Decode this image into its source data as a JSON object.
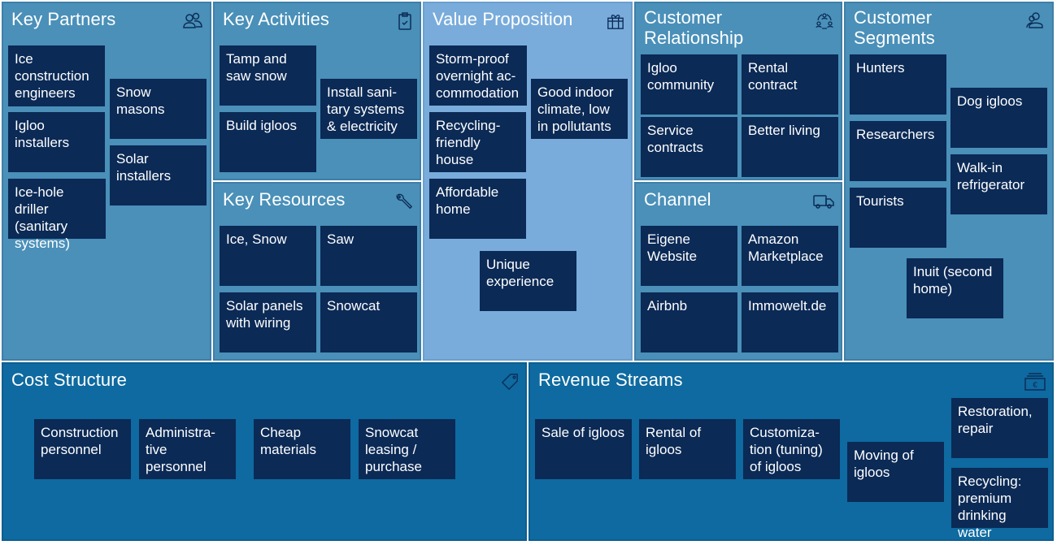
{
  "canvas": {
    "colors": {
      "panel": "#4a90b9",
      "value_proposition": "#79acdb",
      "bottom_panel": "#0e6aa0",
      "card": "#0b2a56",
      "text": "#ffffff",
      "icon": "#0b2d57"
    },
    "key_partners": {
      "title": "Key Partners",
      "icon": "people-icon",
      "items": [
        "Ice construction engineers",
        "Igloo installers",
        "Ice-hole driller (sanitary systems)",
        "Snow masons",
        "Solar installers"
      ]
    },
    "key_activities": {
      "title": "Key Activities",
      "icon": "clipboard-check-icon",
      "items": [
        "Tamp and saw snow",
        "Build igloos",
        "Install sani-tary systems & electricity"
      ]
    },
    "key_resources": {
      "title": "Key Resources",
      "icon": "wrench-icon",
      "items": [
        "Ice, Snow",
        "Saw",
        "Solar panels with wiring",
        "Snowcat"
      ]
    },
    "value_proposition": {
      "title": "Value Proposition",
      "icon": "gift-icon",
      "items": [
        "Storm-proof overnight ac-commodation",
        "Recycling-friendly house",
        "Affordable home",
        "Good indoor climate, low in pollutants",
        "Unique experience"
      ]
    },
    "customer_relationship": {
      "title": "Customer Relationship",
      "icon": "community-icon",
      "items": [
        "Igloo community",
        "Rental contract",
        "Service contracts",
        "Better living"
      ]
    },
    "channel": {
      "title": "Channel",
      "icon": "truck-icon",
      "items": [
        "Eigene Website",
        "Amazon Marketplace",
        "Airbnb",
        "Immowelt.de"
      ]
    },
    "customer_segments": {
      "title": "Customer Segments",
      "icon": "user-group-icon",
      "items": [
        "Hunters",
        "Researchers",
        "Tourists",
        "Dog igloos",
        "Walk-in refrigerator",
        "Inuit (second home)"
      ]
    },
    "cost_structure": {
      "title": "Cost Structure",
      "icon": "price-tag-icon",
      "items": [
        "Construction personnel",
        "Administra-tive personnel",
        "Cheap materials",
        "Snowcat leasing / purchase"
      ]
    },
    "revenue_streams": {
      "title": "Revenue Streams",
      "icon": "euro-cash-icon",
      "items": [
        "Sale of igloos",
        "Rental of igloos",
        "Customiza-tion (tuning) of igloos",
        "Moving of igloos",
        "Restoration, repair",
        "Recycling: premium drinking water"
      ]
    }
  }
}
